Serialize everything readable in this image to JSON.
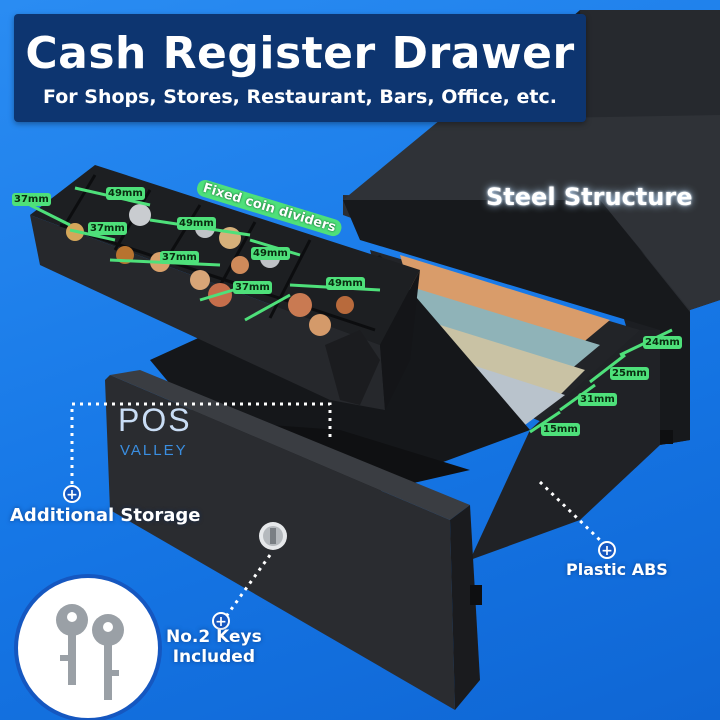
{
  "header": {
    "title": "Cash Register Drawer",
    "subtitle": "For Shops, Stores, Restaurant, Bars, Office, etc."
  },
  "callouts": {
    "steel_structure": "Steel Structure",
    "fixed_coin_dividers": "Fixed coin dividers",
    "additional_storage": "Additional Storage",
    "plastic_abs": "Plastic ABS",
    "keys_line1": "No.2 Keys",
    "keys_line2": "Included"
  },
  "brand": {
    "logo_main": "POS",
    "logo_sub": "VALLEY"
  },
  "dimensions": {
    "coin_depth_1": "37mm",
    "coin_depth_2": "37mm",
    "coin_depth_3": "37mm",
    "coin_depth_4": "37mm",
    "coin_width_1": "49mm",
    "coin_width_2": "49mm",
    "coin_width_3": "49mm",
    "coin_width_4": "49mm",
    "bill_1": "24mm",
    "bill_2": "25mm",
    "bill_3": "31mm",
    "bill_4": "15mm"
  },
  "colors": {
    "background": "#1a7ee8",
    "title_box": "#0d3570",
    "dimension_tag": "#4ee07a",
    "drawer_body": "#2a2c30"
  }
}
